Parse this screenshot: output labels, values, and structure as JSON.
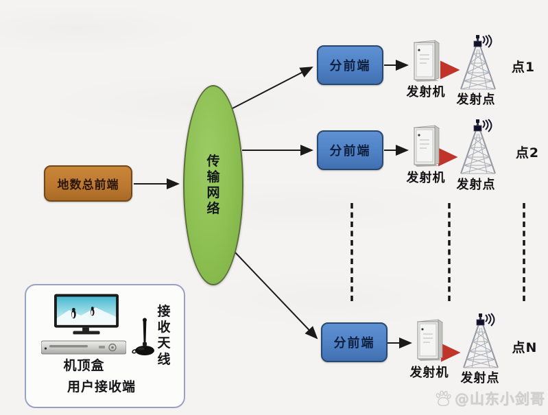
{
  "colors": {
    "background": "#f4f3f1",
    "headend_fill": "#bd7930",
    "headend_border": "#70471a",
    "network_fill": "#8cbf52",
    "network_border": "#5c6b3b",
    "frontend_fill": "#4f81c6",
    "frontend_border": "#27486f",
    "receiver_box_border": "#9aa0bf",
    "arrow": "#1a1a1a",
    "signal_arrow": "#b5342a",
    "watermark_text": "#cfcfcb"
  },
  "headend": {
    "label": "地数总前端"
  },
  "network": {
    "label": "传输网络"
  },
  "branches": [
    {
      "frontend": "分前端",
      "transmitter": "发射机",
      "site": "发射点",
      "point": "点1"
    },
    {
      "frontend": "分前端",
      "transmitter": "发射机",
      "site": "发射点",
      "point": "点2"
    },
    {
      "frontend": "分前端",
      "transmitter": "发射机",
      "site": "发射点",
      "point": "点N"
    }
  ],
  "receiver": {
    "stb_label": "机顶盒",
    "antenna_label": "接收天线",
    "caption": "用户接收端"
  },
  "watermark": {
    "text": "@山东小剑哥"
  }
}
